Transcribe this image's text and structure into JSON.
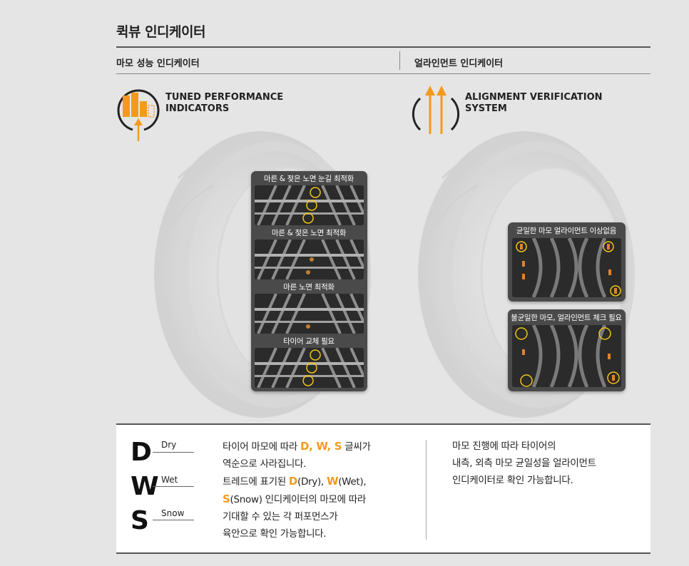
{
  "header": {
    "title": "퀵뷰 인디케이터",
    "left_label": "마모 성능 인디케이터",
    "right_label": "얼라인먼트 인디케이터"
  },
  "features": {
    "left_title_line1": "TUNED PERFORMANCE",
    "left_title_line2": "INDICATORS",
    "right_title_line1": "ALIGNMENT VERIFICATION",
    "right_title_line2": "SYSTEM"
  },
  "left_panels": [
    {
      "label": "마른 & 젖은 노면 눈길 최적화"
    },
    {
      "label": "마른 & 젖은 노면 최적화"
    },
    {
      "label": "마른 노면 최적화"
    },
    {
      "label": "타이어 교체 필요"
    }
  ],
  "right_panels": [
    {
      "label": "균일한 마모 얼라이먼트 이상없음"
    },
    {
      "label": "불균일한 마모, 얼라인먼트 체크 필요"
    }
  ],
  "dws": {
    "d_letter": "D",
    "d_word": "Dry",
    "w_letter": "W",
    "w_word": "Wet",
    "s_letter": "S",
    "s_word": "Snow"
  },
  "left_desc": {
    "l1_a": "타이어 마모에 따라 ",
    "l1_hl": "D, W, S",
    "l1_b": " 글씨가",
    "l2": "역순으로 사라집니다.",
    "l3_a": "트레드에 표기된 ",
    "l3_d": "D",
    "l3_b": "(Dry), ",
    "l3_w": "W",
    "l3_c": "(Wet),",
    "l4_s": "S",
    "l4_b": "(Snow) 인디케이터의 마모에 따라",
    "l5": "기대할 수 있는 각 퍼포먼스가",
    "l6": "육안으로 확인 가능합니다."
  },
  "right_desc": {
    "l1": "마모 진행에 따라 타이어의",
    "l2": "내측, 외측 마모 균일성을 얼라이먼트",
    "l3": "인디케이터로 확인 가능합니다."
  },
  "colors": {
    "accent": "#f39a1e",
    "panel": "#4a4a4a",
    "rule": "#555555"
  }
}
